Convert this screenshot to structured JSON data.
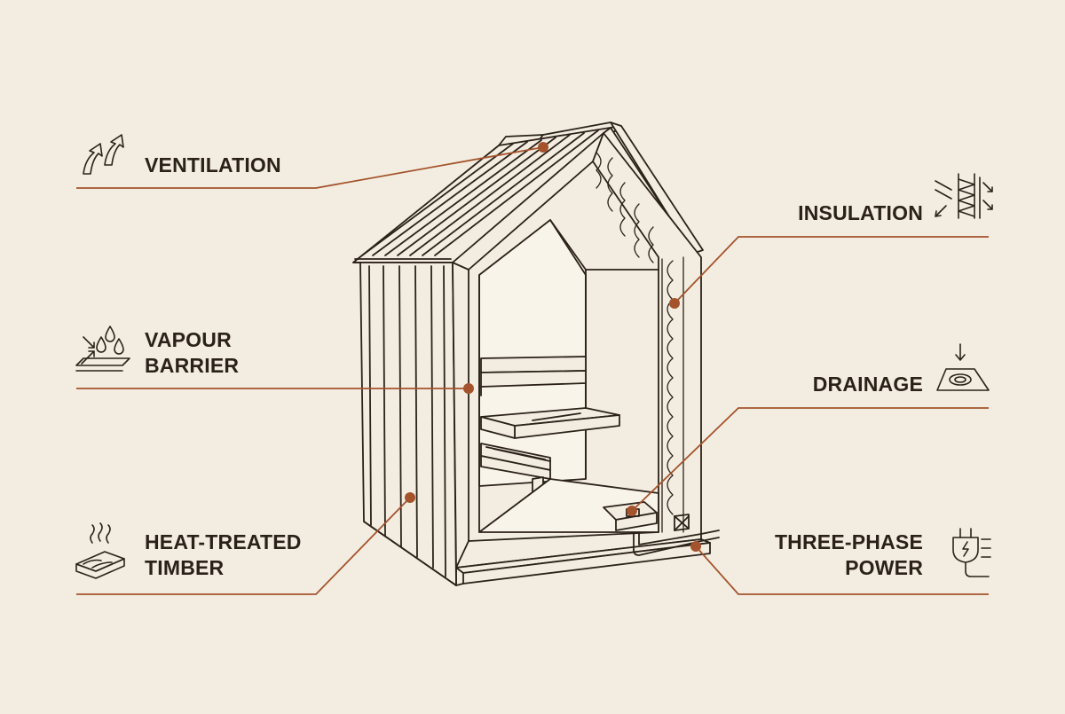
{
  "colors": {
    "background": "#f3ede1",
    "ink": "#2b2119",
    "accent": "#a4532c"
  },
  "callouts": {
    "ventilation": {
      "lines": [
        "VENTILATION"
      ],
      "icon": "airflow-arrows-icon"
    },
    "insulation": {
      "lines": [
        "INSULATION"
      ],
      "icon": "insulation-layer-icon"
    },
    "vapour_barrier": {
      "lines": [
        "VAPOUR",
        "BARRIER"
      ],
      "icon": "water-drops-membrane-icon"
    },
    "drainage": {
      "lines": [
        "DRAINAGE"
      ],
      "icon": "floor-drain-icon"
    },
    "heat_treated_timber": {
      "lines": [
        "HEAT-TREATED",
        "TIMBER"
      ],
      "icon": "steaming-planks-icon"
    },
    "three_phase_power": {
      "lines": [
        "THREE-PHASE",
        "POWER"
      ],
      "icon": "electric-plug-icon"
    }
  }
}
